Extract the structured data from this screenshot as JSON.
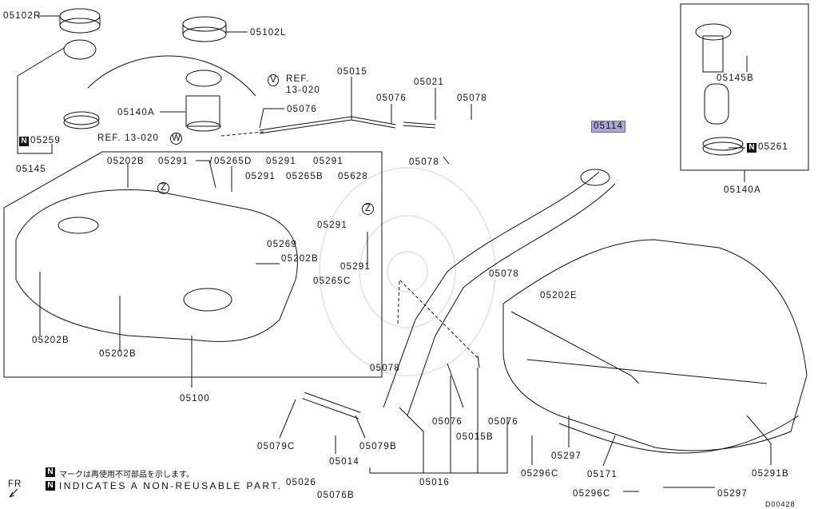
{
  "diagram": {
    "labels": {
      "l05102R": "05102R",
      "l05102L": "05102L",
      "l05015": "05015",
      "l05021": "05021",
      "refV": "REF.",
      "refV2": "13-020",
      "circleV": "V",
      "l05076a": "05076",
      "l05078a": "05078",
      "l05140A": "05140A",
      "l05076b": "05076",
      "refW": "REF. 13-020",
      "circleW": "W",
      "l05259": "05259",
      "l05145": "05145",
      "l05114": "05114",
      "l05078b": "05078",
      "l05202Ba": "05202B",
      "l05291a": "05291",
      "l05265D": "05265D",
      "l05291b": "05291",
      "l05291c": "05291",
      "l05291d": "05291",
      "l05265B": "05265B",
      "l05628": "05628",
      "l05291e": "05291",
      "l05269": "05269",
      "l05202Bb": "05202B",
      "l05265C": "05265C",
      "l05291f": "05291",
      "circleZa": "Z",
      "circleZb": "Z",
      "l05078c": "05078",
      "l05202E": "05202E",
      "l05202Bc": "05202B",
      "l05202Bd": "05202B",
      "l05100": "05100",
      "l05078d": "05078",
      "l05076c": "05076",
      "l05015B": "05015B",
      "l05076d": "05076",
      "l05079C": "05079C",
      "l05079B": "05079B",
      "l05014": "05014",
      "l05016": "05016",
      "l05026": "05026",
      "l05076B": "05076B",
      "l05296Ca": "05296C",
      "l05297a": "05297",
      "l05171": "05171",
      "l05291B": "05291B",
      "l05296Cb": "05296C",
      "l05297b": "05297",
      "l05145B": "05145B",
      "l05261": "05261",
      "l05140Ab": "05140A"
    },
    "non_reusable_mark": "N",
    "legend_jp": "マークは再使用不可部品を示します。",
    "legend_en": "INDICATES A NON-REUSABLE PART.",
    "front_indicator": "FR",
    "drawing_code": "D00428",
    "highlight_color": "#a9a8d8"
  }
}
